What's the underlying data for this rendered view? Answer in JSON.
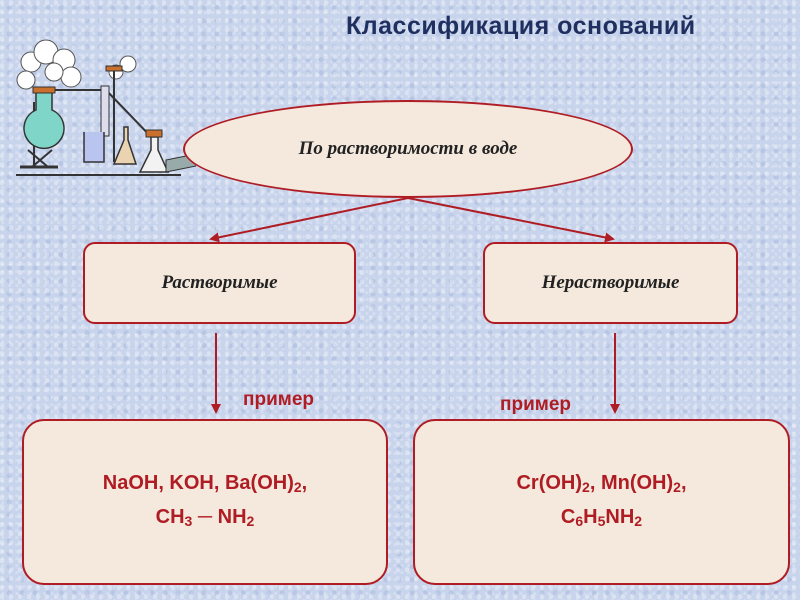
{
  "title": "Классификация  оснований",
  "root": {
    "label": "По растворимости в воде"
  },
  "categories": [
    {
      "label": "Растворимые",
      "example_label": "пример",
      "examples": {
        "line1": [
          "NaOH, KOH, Ba(OH)",
          "2",
          ","
        ],
        "line2": [
          "CH",
          "3",
          " ─ NH",
          "2"
        ]
      }
    },
    {
      "label": "Нерастворимые",
      "example_label": "пример",
      "examples": {
        "line1": [
          "Cr(OH)",
          "2",
          ", Mn(OH)",
          "2",
          ","
        ],
        "line2": [
          "C",
          "6",
          "H",
          "5",
          "NH",
          "2"
        ]
      }
    }
  ],
  "colors": {
    "accent": "#b01c24",
    "box_fill": "#f4e9dc",
    "title": "#1f2f5f",
    "background": "#c8d4ec"
  },
  "icons": {
    "decoration": "chemistry-lab-icon"
  }
}
